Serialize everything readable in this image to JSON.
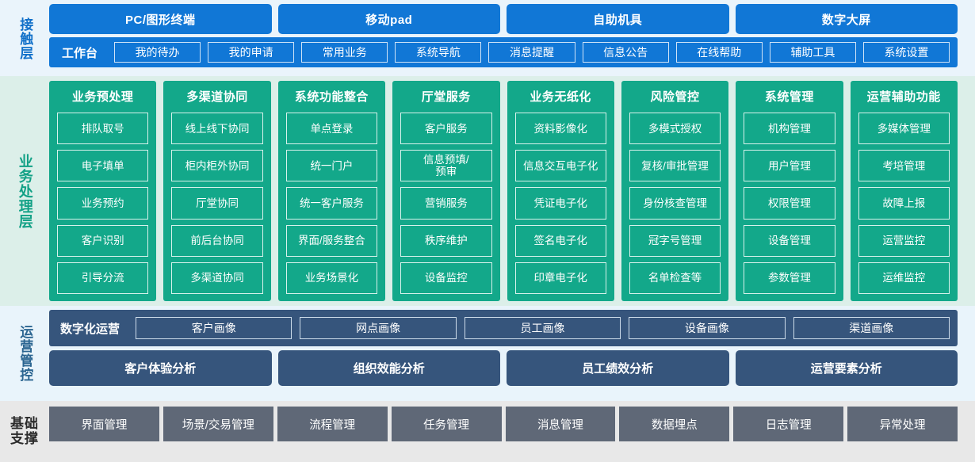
{
  "layers": {
    "contact": {
      "label": "接触层",
      "channels": [
        "PC/图形终端",
        "移动pad",
        "自助机具",
        "数字大屏"
      ],
      "nav_title": "工作台",
      "nav_items": [
        "我的待办",
        "我的申请",
        "常用业务",
        "系统导航",
        "消息提醒",
        "信息公告",
        "在线帮助",
        "辅助工具",
        "系统设置"
      ]
    },
    "business": {
      "label": "业务处理层",
      "columns": [
        {
          "title": "业务预处理",
          "items": [
            "排队取号",
            "电子填单",
            "业务预约",
            "客户识别",
            "引导分流"
          ]
        },
        {
          "title": "多渠道协同",
          "items": [
            "线上线下协同",
            "柜内柜外协同",
            "厅堂协同",
            "前后台协同",
            "多渠道协同"
          ]
        },
        {
          "title": "系统功能整合",
          "items": [
            "单点登录",
            "统一门户",
            "统一客户服务",
            "界面/服务整合",
            "业务场景化"
          ]
        },
        {
          "title": "厅堂服务",
          "items": [
            "客户服务",
            "信息预填/\n预审",
            "营销服务",
            "秩序维护",
            "设备监控"
          ]
        },
        {
          "title": "业务无纸化",
          "items": [
            "资料影像化",
            "信息交互电子化",
            "凭证电子化",
            "签名电子化",
            "印章电子化"
          ]
        },
        {
          "title": "风险管控",
          "items": [
            "多模式授权",
            "复核/审批管理",
            "身份核查管理",
            "冠字号管理",
            "名单检查等"
          ]
        },
        {
          "title": "系统管理",
          "items": [
            "机构管理",
            "用户管理",
            "权限管理",
            "设备管理",
            "参数管理"
          ]
        },
        {
          "title": "运营辅助功能",
          "items": [
            "多媒体管理",
            "考培管理",
            "故障上报",
            "运营监控",
            "运维监控"
          ]
        }
      ]
    },
    "operations": {
      "label": "运营管控",
      "digital_title": "数字化运营",
      "portraits": [
        "客户画像",
        "网点画像",
        "员工画像",
        "设备画像",
        "渠道画像"
      ],
      "analyses": [
        "客户体验分析",
        "组织效能分析",
        "员工绩效分析",
        "运营要素分析"
      ]
    },
    "base": {
      "label_line1": "基础",
      "label_line2": "支撑",
      "items": [
        "界面管理",
        "场景/交易管理",
        "流程管理",
        "任务管理",
        "消息管理",
        "数据埋点",
        "日志管理",
        "异常处理"
      ]
    }
  },
  "colors": {
    "contact_bg": "#eaf4fb",
    "contact_accent": "#1177d6",
    "business_bg": "#dcefe9",
    "business_accent": "#13a88a",
    "ops_bg": "#e9f4fb",
    "ops_accent": "#36557c",
    "base_bg": "#e8e8e8",
    "base_accent": "#5f6877"
  }
}
